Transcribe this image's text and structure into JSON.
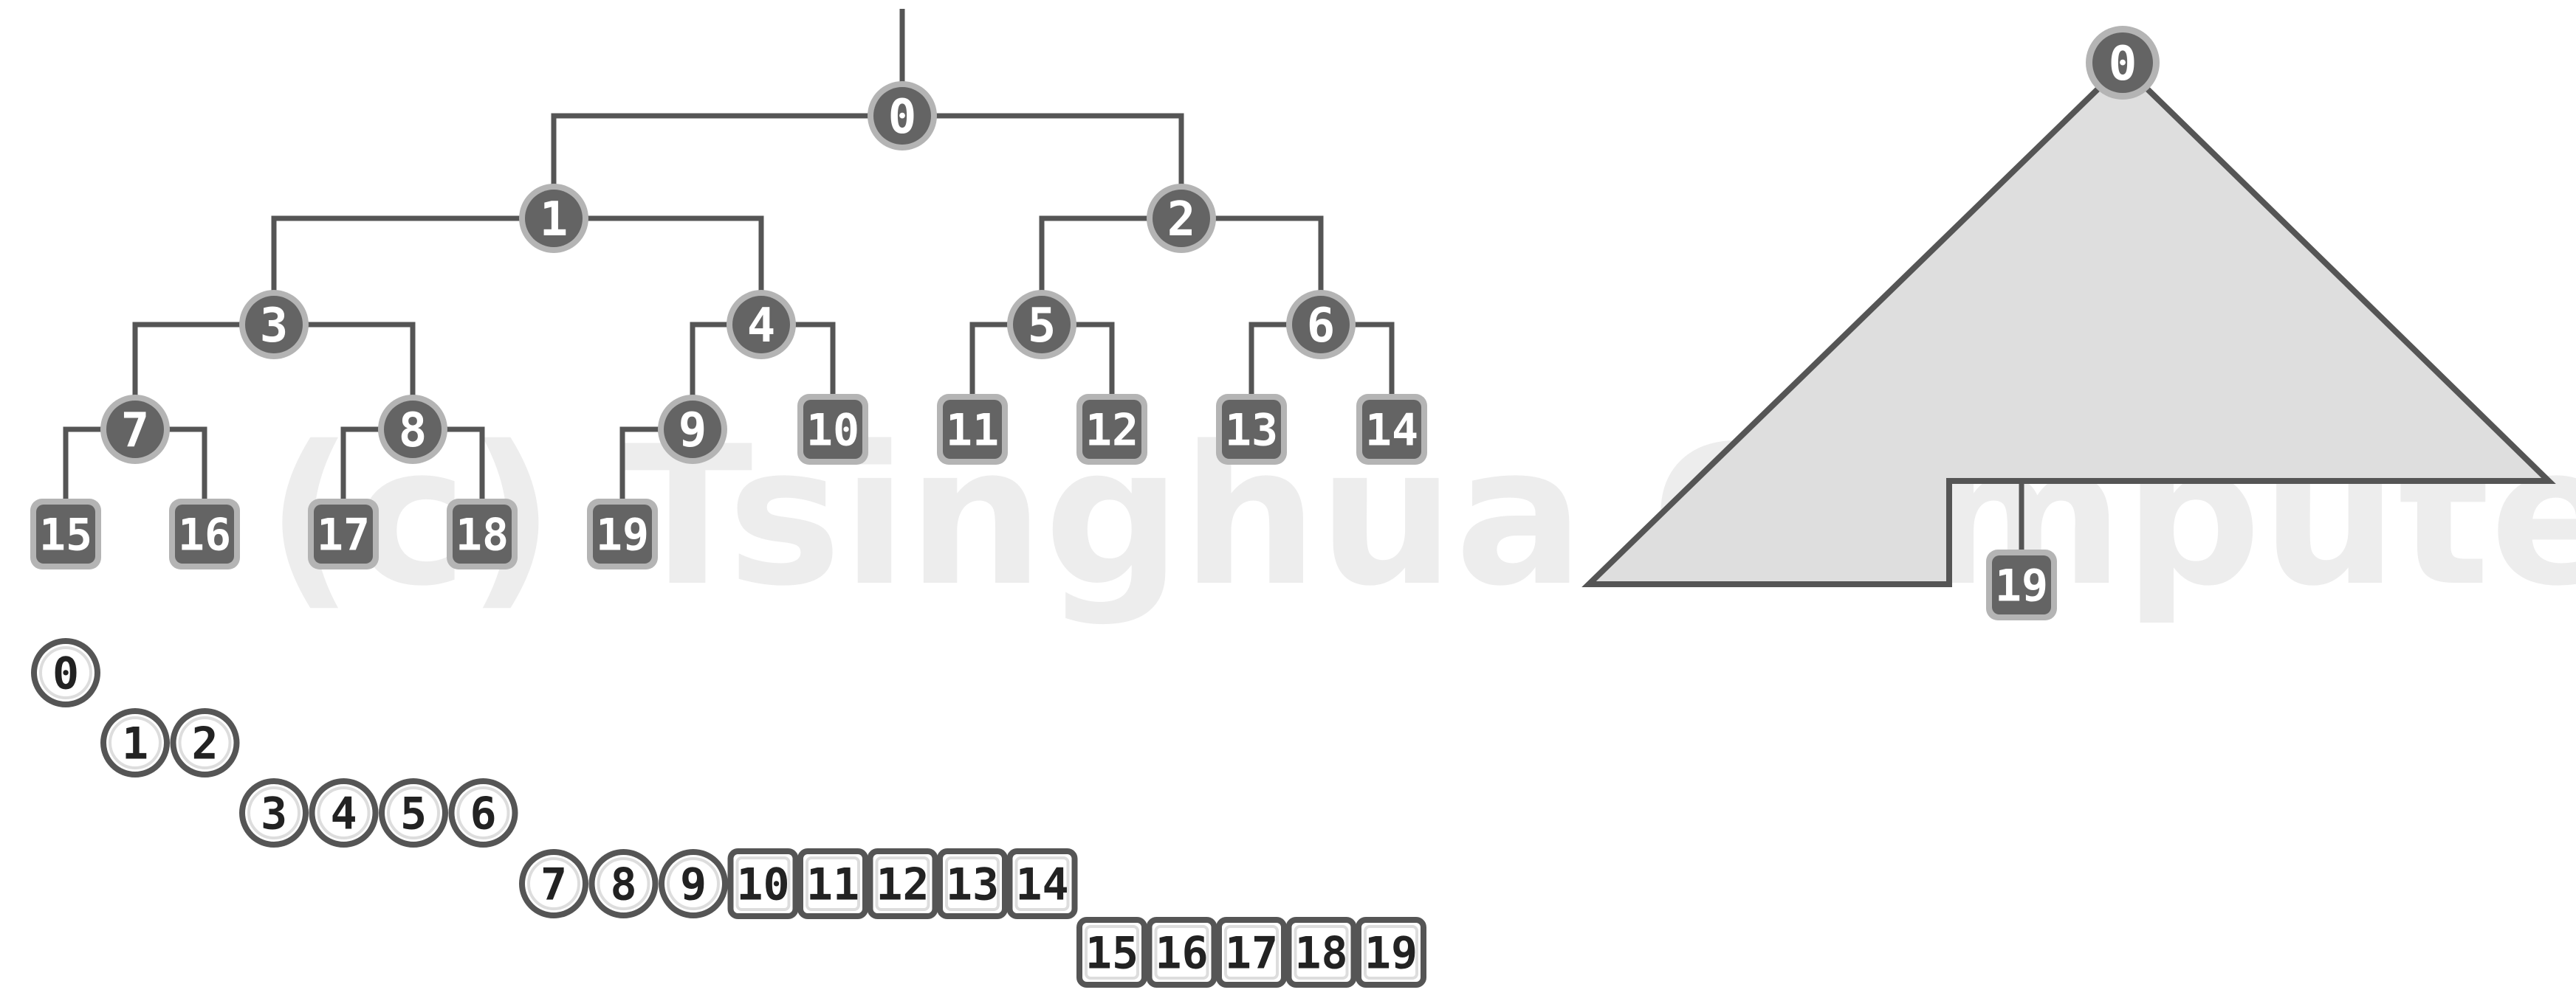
{
  "watermark": "(c) Tsinghua Computer",
  "colors": {
    "node_fill": "#646464",
    "node_ring": "#b4b4b4",
    "node_text": "#ffffff",
    "edge": "#555555",
    "triangle_fill": "#dedede",
    "seq_stroke": "#555555",
    "seq_text": "#222222",
    "watermark": "#ececec"
  },
  "tree": {
    "internal_nodes": [
      "0",
      "1",
      "2",
      "3",
      "4",
      "5",
      "6",
      "7",
      "8",
      "9"
    ],
    "leaf_nodes": [
      "10",
      "11",
      "12",
      "13",
      "14",
      "15",
      "16",
      "17",
      "18",
      "19"
    ],
    "edges": [
      [
        "0",
        "1"
      ],
      [
        "0",
        "2"
      ],
      [
        "1",
        "3"
      ],
      [
        "1",
        "4"
      ],
      [
        "2",
        "5"
      ],
      [
        "2",
        "6"
      ],
      [
        "3",
        "7"
      ],
      [
        "3",
        "8"
      ],
      [
        "4",
        "9"
      ],
      [
        "4",
        "10"
      ],
      [
        "5",
        "11"
      ],
      [
        "5",
        "12"
      ],
      [
        "6",
        "13"
      ],
      [
        "6",
        "14"
      ],
      [
        "7",
        "15"
      ],
      [
        "7",
        "16"
      ],
      [
        "8",
        "17"
      ],
      [
        "8",
        "18"
      ],
      [
        "9",
        "19"
      ]
    ]
  },
  "triangle": {
    "root_label": "0",
    "leaf_label": "19"
  },
  "sequence": {
    "rows": [
      {
        "circles": [
          "0"
        ],
        "squares": []
      },
      {
        "circles": [
          "1",
          "2"
        ],
        "squares": []
      },
      {
        "circles": [
          "3",
          "4",
          "5",
          "6"
        ],
        "squares": []
      },
      {
        "circles": [
          "7",
          "8",
          "9"
        ],
        "squares": [
          "10",
          "11",
          "12",
          "13",
          "14"
        ]
      },
      {
        "circles": [],
        "squares": [
          "15",
          "16",
          "17",
          "18",
          "19"
        ]
      }
    ]
  }
}
